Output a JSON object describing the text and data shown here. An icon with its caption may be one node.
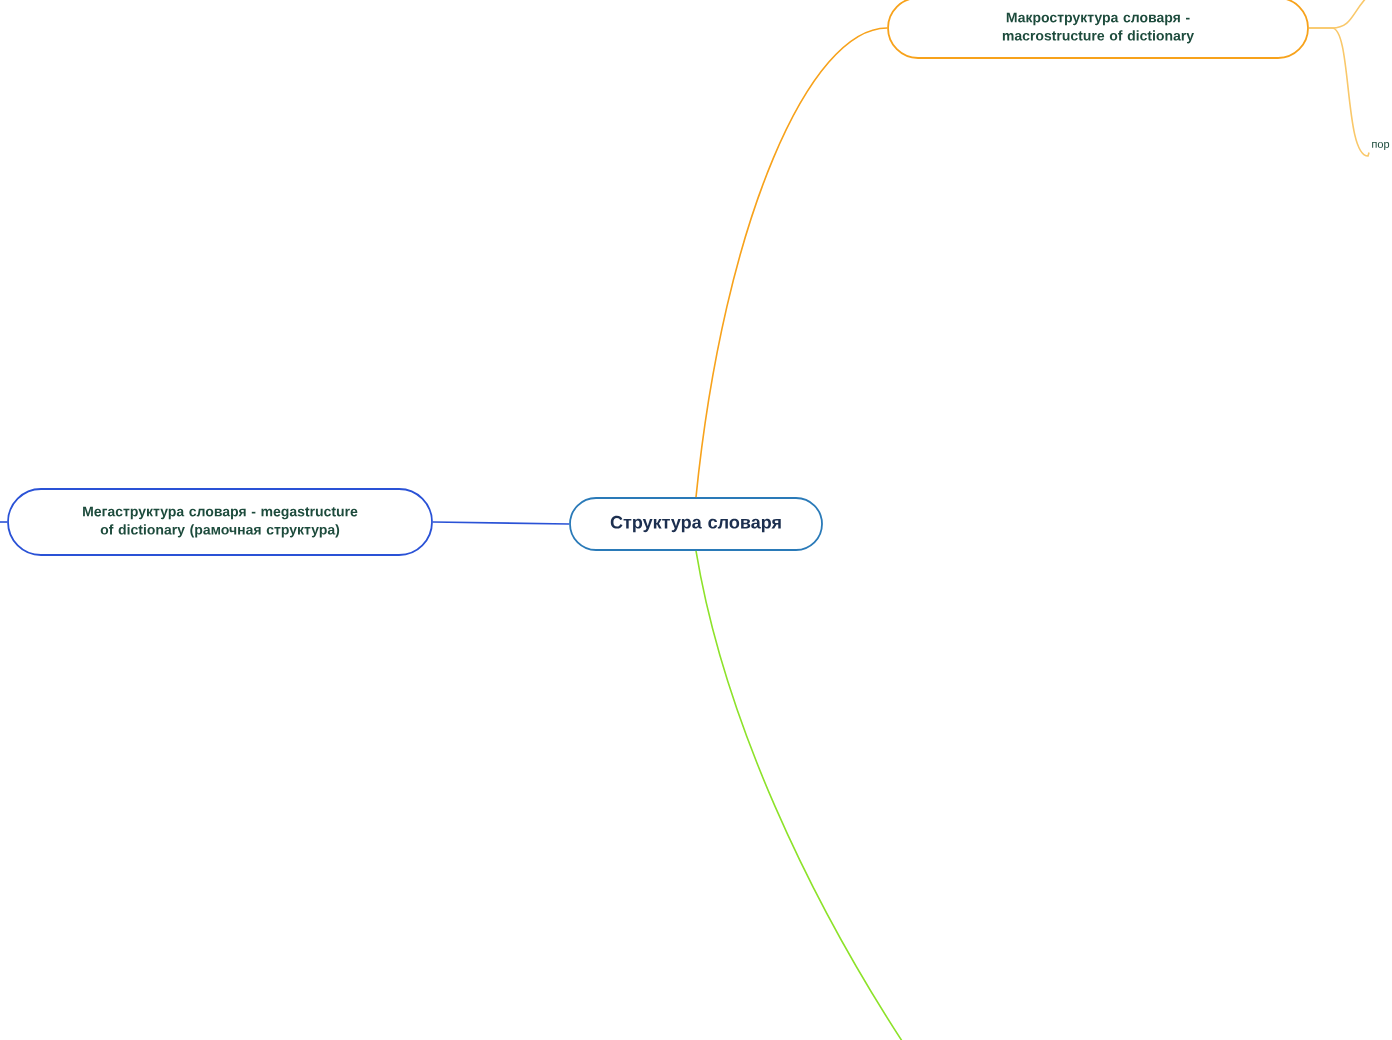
{
  "diagram": {
    "nodes": [
      {
        "text": [
          "Структура словаря"
        ]
      },
      {
        "text": [
          "Макроструктура словаря - macrostructure of dictionary"
        ]
      },
      {
        "text": [
          "Мегаструктура словаря -  megastructure of dictionary (рамочная структура)"
        ]
      },
      {
        "text": [
          "пор"
        ]
      }
    ],
    "edges": [
      {
        "from": 0,
        "to": 1,
        "arrow": "none",
        "color": "#f7a21b"
      },
      {
        "from": 0,
        "to": 2,
        "arrow": "none",
        "color": "#2a52d6"
      },
      {
        "from": 0,
        "to": null,
        "arrow": "none",
        "color": "#8de22a"
      },
      {
        "from": 1,
        "to": 3,
        "arrow": "none",
        "color": "#f9c86a"
      },
      {
        "from": 1,
        "to": null,
        "arrow": "none",
        "color": "#f9c86a"
      },
      {
        "from": 2,
        "to": null,
        "arrow": "none",
        "color": "#2a52d6"
      }
    ]
  }
}
